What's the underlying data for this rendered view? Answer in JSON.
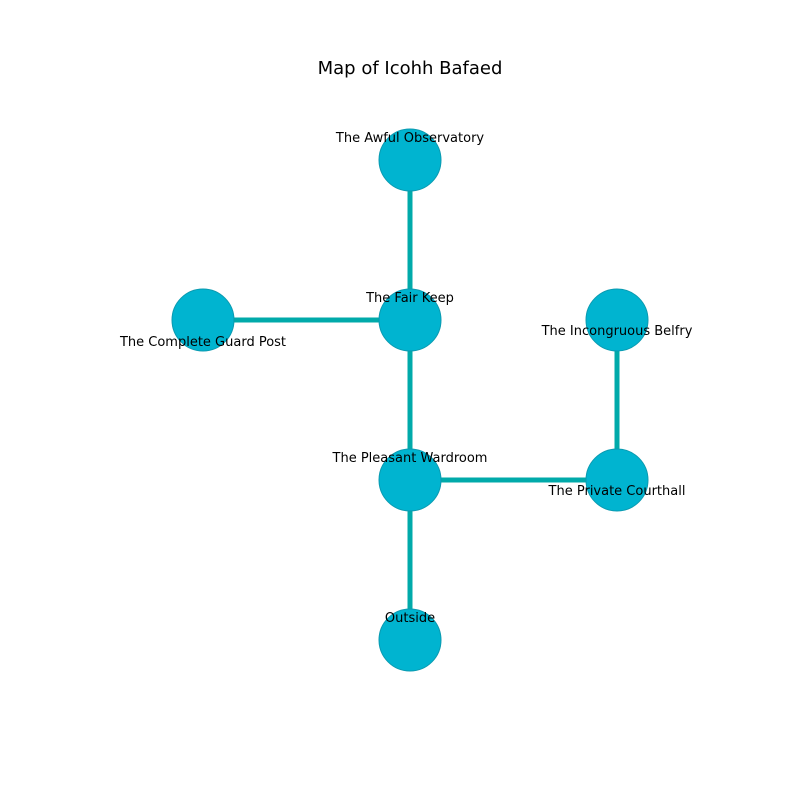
{
  "title": "Map of Icohh Bafaed",
  "colors": {
    "node_fill": "#00b4d0",
    "node_stroke": "#0a9ab0",
    "edge": "#00aaaa"
  },
  "nodes": [
    {
      "id": "observatory",
      "label": "The Awful Observatory"
    },
    {
      "id": "keep",
      "label": "The Fair Keep"
    },
    {
      "id": "guard",
      "label": "The Complete Guard Post"
    },
    {
      "id": "belfry",
      "label": "The Incongruous Belfry"
    },
    {
      "id": "wardroom",
      "label": "The Pleasant Wardroom"
    },
    {
      "id": "courthall",
      "label": "The Private Courthall"
    },
    {
      "id": "outside",
      "label": "Outside"
    }
  ],
  "edges": [
    {
      "from": "observatory",
      "to": "keep"
    },
    {
      "from": "guard",
      "to": "keep"
    },
    {
      "from": "keep",
      "to": "wardroom"
    },
    {
      "from": "belfry",
      "to": "courthall"
    },
    {
      "from": "wardroom",
      "to": "courthall"
    },
    {
      "from": "wardroom",
      "to": "outside"
    }
  ]
}
